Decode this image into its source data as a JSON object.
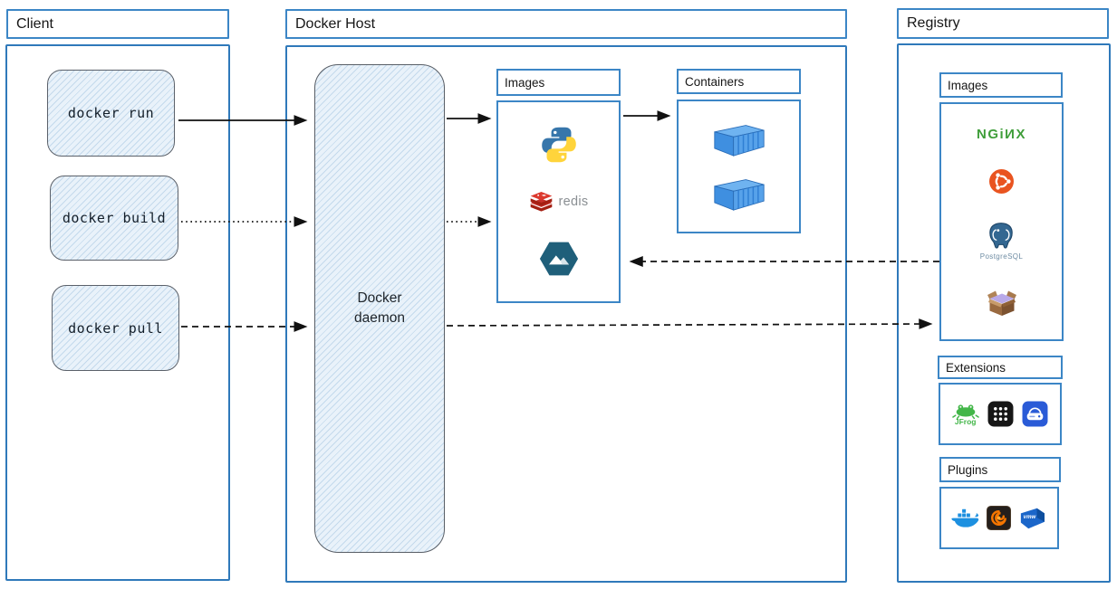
{
  "client": {
    "label": "Client",
    "commands": [
      {
        "label": "docker run"
      },
      {
        "label": "docker build"
      },
      {
        "label": "docker pull"
      }
    ]
  },
  "docker_host": {
    "label": "Docker Host",
    "daemon": {
      "label": "Docker daemon"
    },
    "images_panel": {
      "label": "Images",
      "items": [
        {
          "name": "python-icon"
        },
        {
          "name": "redis-icon",
          "label": "redis"
        },
        {
          "name": "alpine-icon"
        }
      ]
    },
    "containers_panel": {
      "label": "Containers",
      "container_count": 2
    }
  },
  "registry": {
    "label": "Registry",
    "images_panel": {
      "label": "Images",
      "items": [
        {
          "name": "nginx-logo",
          "label": "NGiИX"
        },
        {
          "name": "ubuntu-icon"
        },
        {
          "name": "postgresql-icon",
          "label": "PostgreSQL"
        },
        {
          "name": "busybox-icon"
        }
      ]
    },
    "extensions_panel": {
      "label": "Extensions",
      "items": [
        {
          "name": "jfrog-icon",
          "label": "JFrog"
        },
        {
          "name": "apps-grid-icon"
        },
        {
          "name": "disk-drive-icon"
        }
      ]
    },
    "plugins_panel": {
      "label": "Plugins",
      "items": [
        {
          "name": "docker-whale-icon"
        },
        {
          "name": "grafana-icon"
        },
        {
          "name": "vmware-icon",
          "label": "vmw"
        }
      ]
    }
  },
  "arrows": [
    {
      "name": "docker-run-to-daemon",
      "style": "solid"
    },
    {
      "name": "daemon-to-images",
      "style": "solid"
    },
    {
      "name": "images-to-containers",
      "style": "solid"
    },
    {
      "name": "docker-build-to-daemon",
      "style": "dotted"
    },
    {
      "name": "daemon-to-images-build",
      "style": "dotted"
    },
    {
      "name": "registry-images-to-host-images",
      "style": "dashed"
    },
    {
      "name": "docker-pull-to-daemon",
      "style": "dashed"
    },
    {
      "name": "daemon-to-registry-images",
      "style": "dashed"
    }
  ],
  "colors": {
    "frame_border": "#2f79ba",
    "panel_border": "#3c86c6",
    "node_fill": "#e9f2fa",
    "arrow": "#111111",
    "nginx_green": "#3f9e3a",
    "ubuntu_orange": "#e95420",
    "redis_red": "#c6302b",
    "python_blue": "#3776ab",
    "python_yellow": "#ffd43b",
    "alpine_teal": "#1f5f7a",
    "container_blue": "#3f8fe0",
    "docker_blue": "#1d90e0",
    "grafana_orange": "#f57600",
    "vmware_blue": "#1b66c9",
    "jfrog_green": "#43b649",
    "postgres_blue": "#336791"
  }
}
